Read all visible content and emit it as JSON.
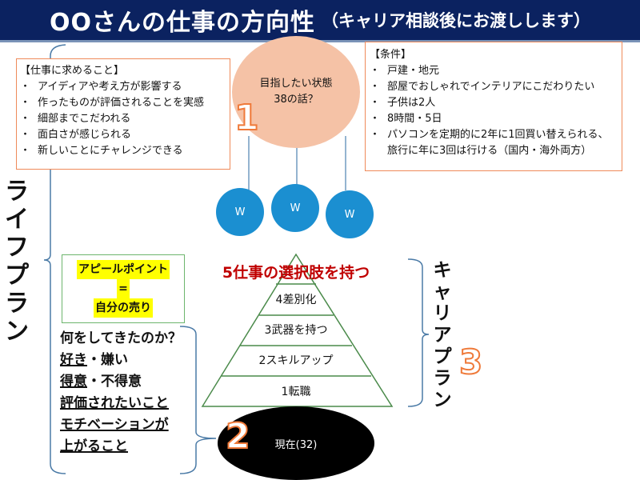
{
  "header": {
    "title": "OOさんの仕事の方向性",
    "subtitle": "（キャリア相談後にお渡しします）"
  },
  "work_wants": {
    "heading": "【仕事に求めること】",
    "items": [
      "アイディアや考え方が影響する",
      "作ったものが評価されることを実感",
      "細部までこだわれる",
      "面白さが感じられる",
      "新しいことにチャレンジできる"
    ]
  },
  "goal": {
    "line1": "目指したい状態",
    "line2": "38の話？",
    "number": "1"
  },
  "conditions": {
    "heading": "【条件】",
    "items": [
      "戸建・地元",
      "部屋でおしゃれでインテリアにこだわりたい",
      "子供は2人",
      "8時間・5日",
      "パソコンを定期的に2年に1回買い替えられる、旅行に年に3回は行ける（国内・海外両方）"
    ]
  },
  "w_circles": [
    "W",
    "W",
    "W"
  ],
  "life_plan": "ライフプラン",
  "career_plan": {
    "label": "キャリアプラン",
    "number": "3"
  },
  "appeal": {
    "line1": "アピールポイント",
    "line2": "=",
    "line3": "自分の売り"
  },
  "history": {
    "question": "何をしてきたのか？",
    "items": [
      {
        "a": "好き",
        "b": "・嫌い"
      },
      {
        "a": "得意",
        "b": "・不得意"
      },
      {
        "a": "評価されたいこと",
        "b": ""
      },
      {
        "a": "モチベーションが",
        "b": ""
      },
      {
        "a": "上がること",
        "b": ""
      }
    ]
  },
  "pyramid": {
    "top": "5仕事の選択肢を持つ",
    "tiers": [
      "4差別化",
      "3武器を持つ",
      "2スキルアップ",
      "1転職"
    ]
  },
  "current": {
    "label": "現在(32)",
    "number": "2"
  }
}
